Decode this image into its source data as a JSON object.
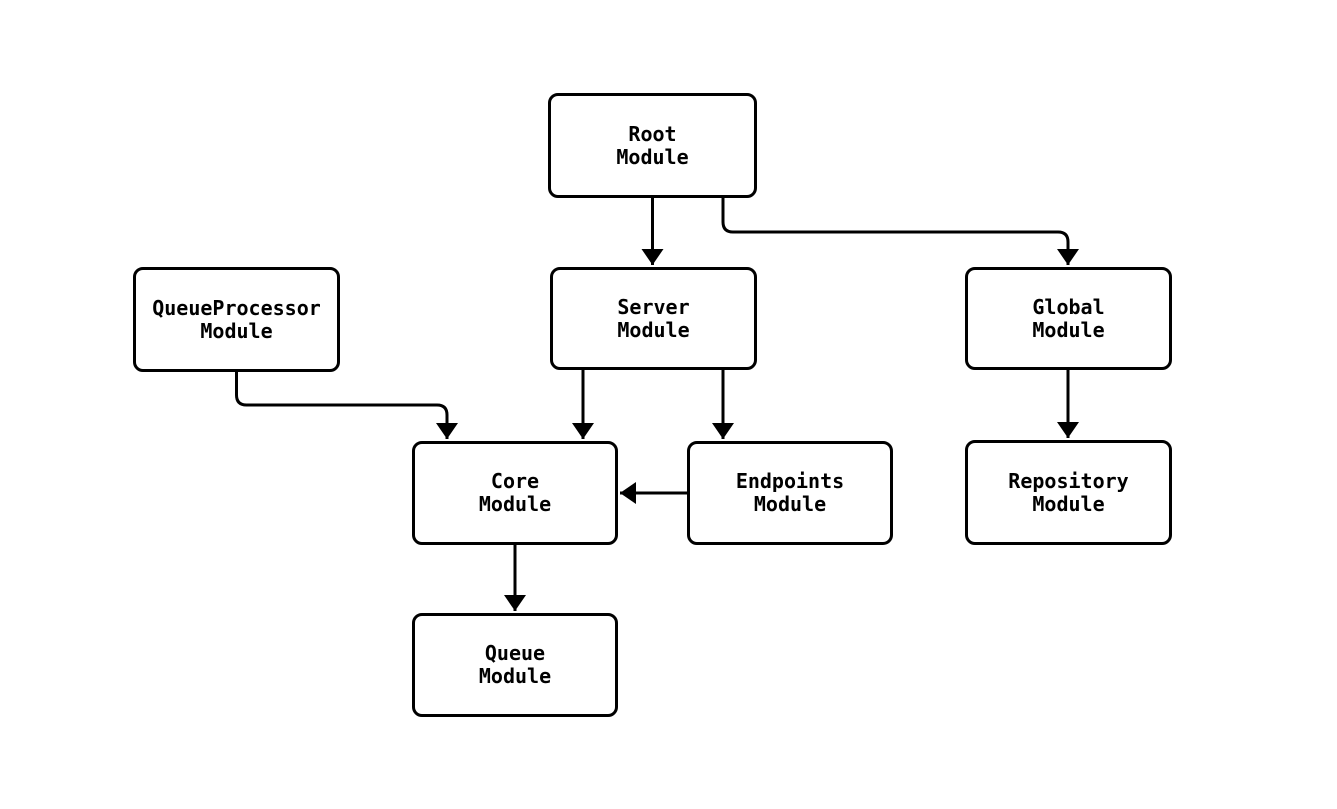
{
  "diagram": {
    "type": "module-dependency-graph",
    "nodes": {
      "root": {
        "label": "Root\nModule"
      },
      "queueprocessor": {
        "label": "QueueProcessor\nModule"
      },
      "server": {
        "label": "Server\nModule"
      },
      "global": {
        "label": "Global\nModule"
      },
      "core": {
        "label": "Core\nModule"
      },
      "endpoints": {
        "label": "Endpoints\nModule"
      },
      "repository": {
        "label": "Repository\nModule"
      },
      "queue": {
        "label": "Queue\nModule"
      }
    },
    "edges": [
      {
        "from": "Root Module",
        "to": "Server Module"
      },
      {
        "from": "Root Module",
        "to": "Global Module"
      },
      {
        "from": "QueueProcessor Module",
        "to": "Core Module"
      },
      {
        "from": "Server Module",
        "to": "Core Module"
      },
      {
        "from": "Server Module",
        "to": "Endpoints Module"
      },
      {
        "from": "Endpoints Module",
        "to": "Core Module"
      },
      {
        "from": "Global Module",
        "to": "Repository Module"
      },
      {
        "from": "Core Module",
        "to": "Queue Module"
      }
    ]
  },
  "colors": {
    "background": "#ffffff",
    "box_fill": "#ffffff",
    "stroke": "#000000",
    "text": "#000000"
  }
}
